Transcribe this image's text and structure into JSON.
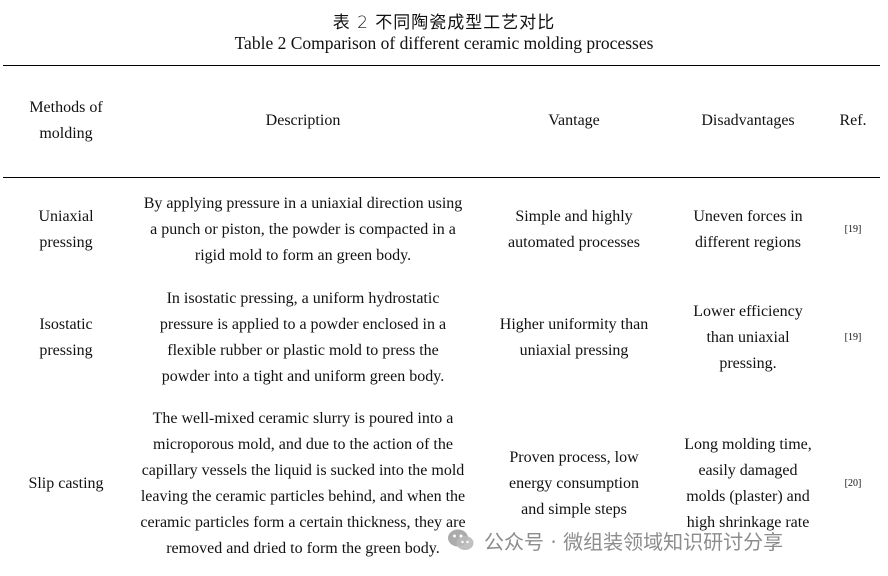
{
  "caption": {
    "cn": "表 2 不同陶瓷成型工艺对比",
    "en": "Table 2 Comparison of different ceramic molding processes"
  },
  "table": {
    "headers": {
      "method": "Methods of molding",
      "description": "Description",
      "vantage": "Vantage",
      "disadvantages": "Disadvantages",
      "ref": "Ref."
    },
    "rows": [
      {
        "method": "Uniaxial pressing",
        "description": "By applying pressure in a uniaxial direction using a punch or piston, the powder is compacted in a rigid mold to form an green body.",
        "vantage": "Simple and highly automated processes",
        "disadvantages": "Uneven forces in different regions",
        "ref": "[19]"
      },
      {
        "method": "Isostatic pressing",
        "description": "In isostatic pressing, a uniform hydrostatic pressure is applied to a powder enclosed in a flexible rubber or plastic mold to press the powder into a tight and uniform green body.",
        "vantage": "Higher uniformity than uniaxial pressing",
        "disadvantages": "Lower efficiency than uniaxial pressing.",
        "ref": "[19]"
      },
      {
        "method": "Slip casting",
        "description": "The well-mixed ceramic slurry is poured into a microporous mold, and due to the action of the capillary vessels the liquid is sucked into the mold leaving the ceramic particles behind, and when the ceramic particles form a certain thickness, they are removed and dried to form the green body.",
        "vantage": "Proven process, low energy consumption and simple steps",
        "disadvantages": "Long molding time, easily damaged molds (plaster) and high shrinkage rate",
        "ref": "[20]"
      }
    ]
  },
  "watermark": {
    "text": "公众号 · 微组装领域知识研讨分享",
    "icon": "wechat-icon"
  }
}
